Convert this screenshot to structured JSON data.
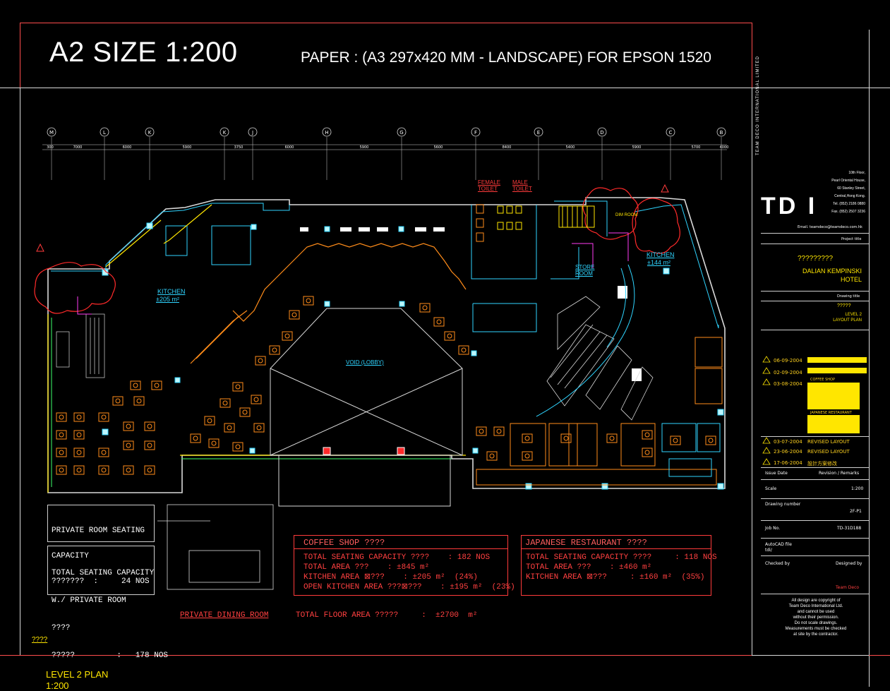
{
  "header": {
    "title": "A2 SIZE 1:200",
    "paper": "PAPER : (A3 297x420 MM - LANDSCAPE)  FOR EPSON 1520"
  },
  "grid_labels": [
    "M",
    "L",
    "K",
    "K",
    "J",
    "H",
    "G",
    "F",
    "E",
    "D",
    "C",
    "B"
  ],
  "dimensions": [
    "300",
    "7000",
    "6000",
    "5900",
    "3750",
    "6000",
    "5900",
    "5600",
    "8400",
    "5400",
    "5900",
    "5700",
    "4000"
  ],
  "plan_labels": {
    "female_toilet": "FEMALE\nTOILET",
    "male_toilet": "MALE\nTOILET",
    "kitchen_left": "KITCHEN",
    "kitchen_left_area": "±205 m²",
    "kitchen_right": "KITCHEN",
    "kitchen_right_area": "±144 m²",
    "void": "VOID (LOBBY)",
    "store": "STORE\nROOM",
    "dim_room": "DIM ROOM"
  },
  "private_room_box": {
    "line1": "PRIVATE ROOM SEATING",
    "line2": "CAPACITY",
    "line3": "???????  :     24 NOS"
  },
  "total_seating_box": {
    "line1": "TOTAL SEATING CAPACITY",
    "line2": "W./ PRIVATE ROOM",
    "line3": "????",
    "line4": "?????         :   178 NOS"
  },
  "coffee_shop": {
    "title": "COFFEE SHOP  ????",
    "rows": [
      "TOTAL SEATING CAPACITY ????    : 182 NOS",
      "TOTAL AREA ???    : ±845 m²",
      "KITCHEN AREA ⊠???    : ±205 m²  (24%)",
      "OPEN KITCHEN AREA ???⊠???    : ±195 m²  (23%)"
    ]
  },
  "japanese_restaurant": {
    "title": "JAPANESE RESTAURANT  ????",
    "rows": [
      "TOTAL SEATING CAPACITY ????     : 118 NOS",
      "TOTAL AREA ???    : ±460 m²",
      "KITCHEN AREA ⊠???     : ±160 m²  (35%)"
    ]
  },
  "private_dining": "PRIVATE DINING ROOM",
  "total_floor_area": "TOTAL FLOOR AREA ?????     :  ±2700  m²",
  "footer_mark": "????",
  "footer": {
    "plan": "LEVEL 2   PLAN",
    "scale": "1:200"
  },
  "title_block": {
    "logo": "TD I",
    "company_vertical": "TEAM DECO INTERNATIONAL LIMITED",
    "address": [
      "10th Floor,",
      "Pearl Oriental House,",
      "60 Stanley Street,",
      "Central,Hong Kong.",
      "Tel. (852) 2186 0880",
      "Fax. (852) 2507 3236"
    ],
    "email": "Email. teamdeco@teamdeco.com.hk",
    "project_title_label": "Project title",
    "project_cn": "?????????",
    "project_name": "DALIAN KEMPINSKI\nHOTEL",
    "drawing_title_label": "Drawing title",
    "drawing_cn": "?????",
    "drawing_name": "LEVEL 2\nLAYOUT PLAN",
    "revisions": [
      {
        "date": "06-09-2004",
        "note": ""
      },
      {
        "date": "02-09-2004",
        "note": ""
      },
      {
        "date": "03-08-2004",
        "note": "COFFEE SHOP",
        "note2": "JAPANESE RESTAURANT"
      },
      {
        "date": "03-07-2004",
        "note": "REVISED LAYOUT"
      },
      {
        "date": "23-06-2004",
        "note": "REVISED LAYOUT"
      },
      {
        "date": "17-06-2004",
        "note": "設計方案修改"
      }
    ],
    "issue_date": "Issue Date",
    "revision_remarks": "Revision / Remarks",
    "scale_label": "Scale",
    "scale_value": "1:200",
    "drawing_number_label": "Drawing number",
    "drawing_number": "2F-P1",
    "job_no_label": "Job No.",
    "job_no": "TD-31D188",
    "autocad_label": "AutoCAD file",
    "autocad_value": "tdi/",
    "checked_by": "Checked by",
    "designed_by": "Designed by",
    "designer": "Team Deco",
    "copyright": [
      "All design are copyright of",
      "Team Deco International Ltd.",
      "and cannot be used",
      "without their permission.",
      "Do not scale drawings.",
      "Measurements must be checked",
      "at site by the contractor."
    ]
  },
  "colors": {
    "wall": "#d9d9d9",
    "cyan": "#2fd4ff",
    "orange": "#ff8c1a",
    "red": "#ff3b3b",
    "yellow": "#ffe600",
    "green": "#3cff6a",
    "magenta": "#ff3df5"
  }
}
